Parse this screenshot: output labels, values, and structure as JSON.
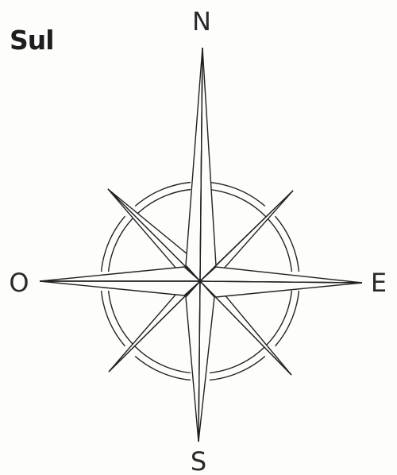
{
  "title": "Sul",
  "compass": {
    "north": "N",
    "south": "S",
    "east": "E",
    "west": "O"
  },
  "colors": {
    "ink": "#1e1e1e",
    "paper": "#fdfdfc"
  }
}
